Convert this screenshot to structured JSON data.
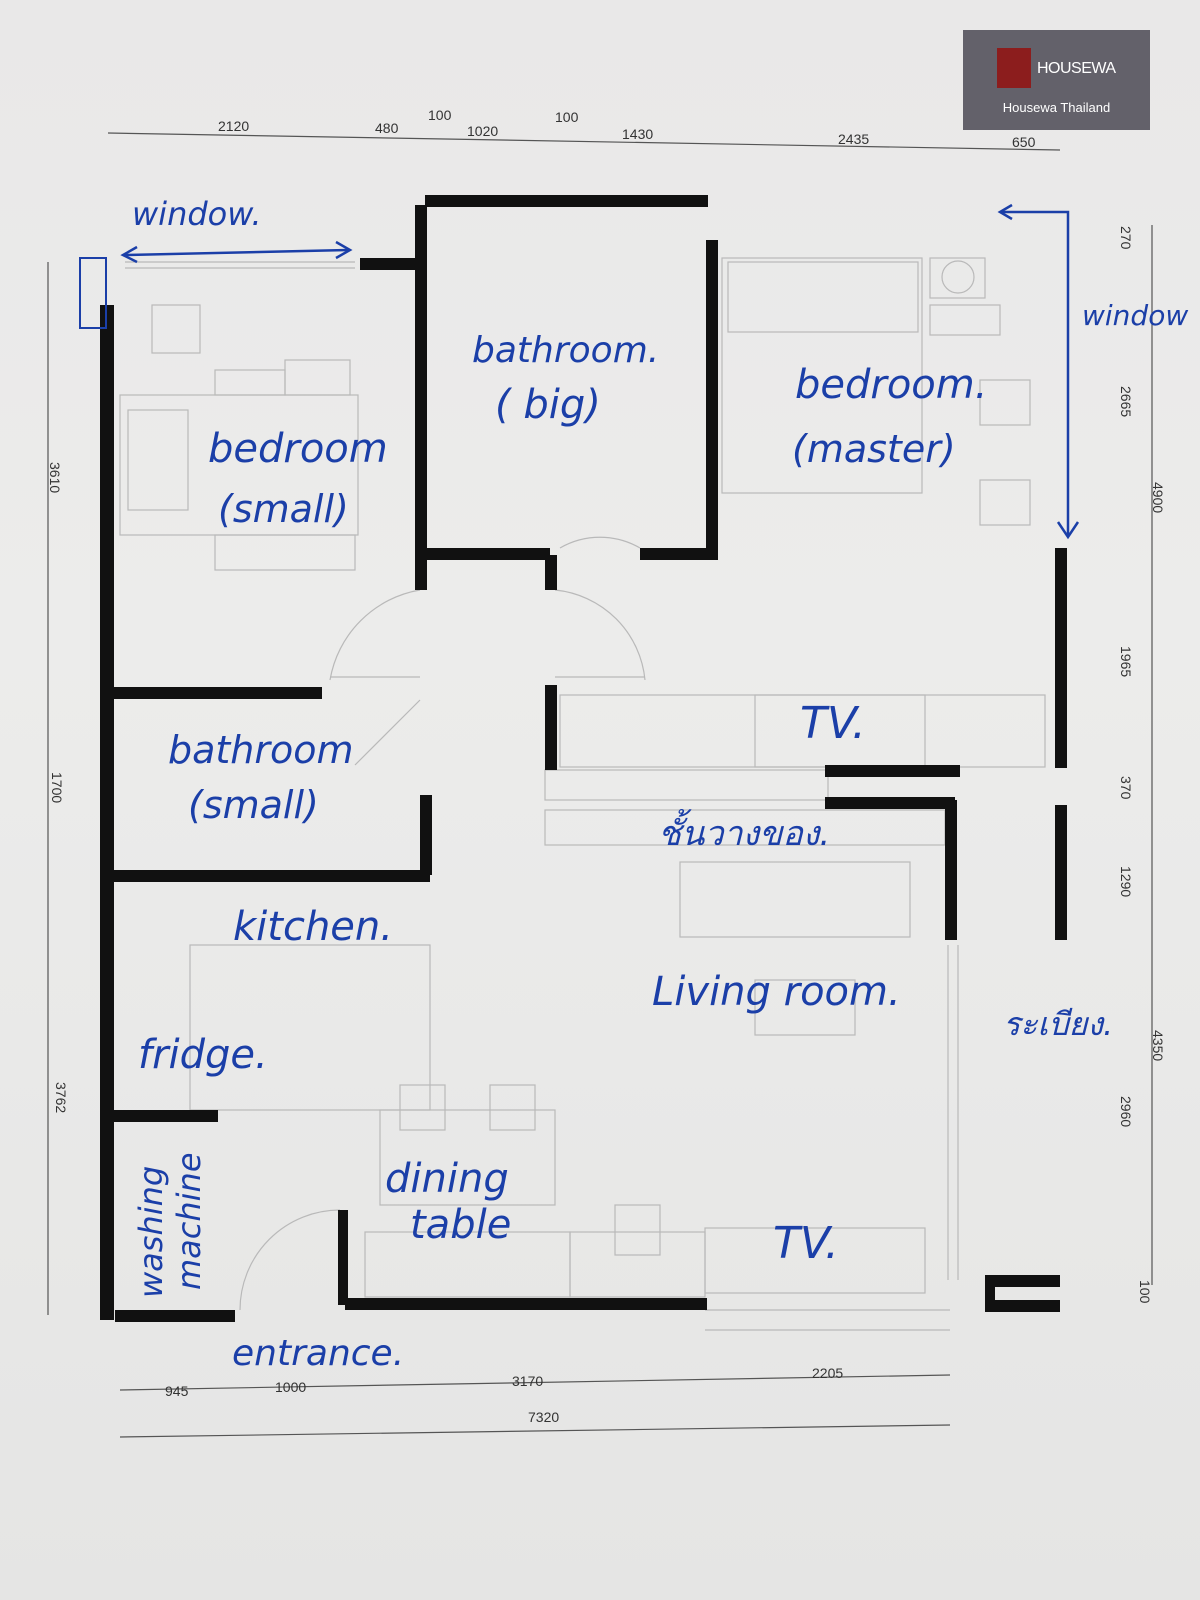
{
  "brand": {
    "name": "HOUSEWA",
    "subtitle": "Housewa Thailand",
    "color": "#8c1d1d"
  },
  "ink_color": "#1b3fa8",
  "rooms": {
    "bedroom_small": [
      "bedroom",
      "(small)"
    ],
    "bathroom_big": [
      "bathroom.",
      "( big)"
    ],
    "bedroom_master": [
      "bedroom.",
      "(master)"
    ],
    "bathroom_small": [
      "bathroom",
      "(small)"
    ],
    "kitchen": "kitchen.",
    "fridge": "fridge.",
    "washing_machine": [
      "washing",
      "machine"
    ],
    "dining_table": [
      "dining",
      "table"
    ],
    "living_room": "Living room.",
    "tv_upper": "TV.",
    "tv_lower": "TV.",
    "entrance": "entrance.",
    "window_top": "window.",
    "window_right": "window",
    "thai_upper": "ชั้นวางของ.",
    "thai_right": "ระเบียง."
  },
  "dimensions": {
    "top": [
      "2120",
      "480",
      "100",
      "1020",
      "100",
      "1430",
      "2435",
      "650"
    ],
    "bottom": [
      "945",
      "1000",
      "3170",
      "2205"
    ],
    "bottom_total": "7320",
    "left": [
      "3610",
      "1700",
      "3762"
    ],
    "right": [
      "270",
      "2665",
      "4900",
      "1965",
      "370",
      "1290",
      "4350",
      "2960",
      "100"
    ]
  }
}
